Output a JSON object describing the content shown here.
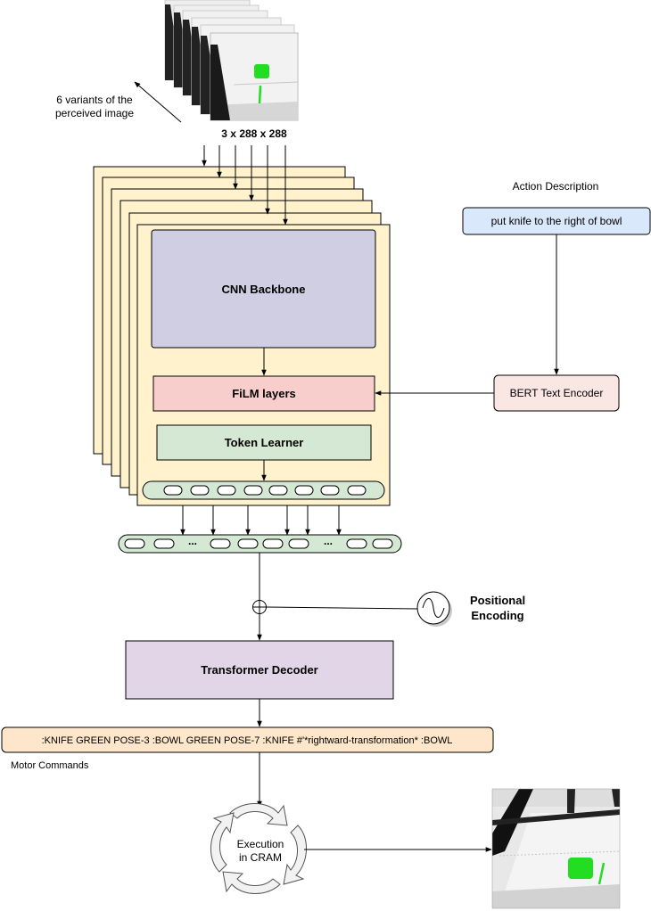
{
  "image_caption": "6 variants of the perceived image",
  "image_caption_lines": [
    "6 variants of the",
    "perceived image"
  ],
  "input_dims": "3 x 288 x 288",
  "action_description_title": "Action Description",
  "action_text": "put knife to the right of bowl",
  "cnn_label": "CNN Backbone",
  "film_label": "FiLM layers",
  "token_learner_label": "Token Learner",
  "bert_label": "BERT Text Encoder",
  "ellipsis": "...",
  "positional_encoding_lines": [
    "Positional",
    "Encoding"
  ],
  "transformer_label": "Transformer Decoder",
  "motor_command_text": ":KNIFE GREEN POSE-3 :BOWL GREEN POSE-7 :KNIFE #'*rightward-transformation* :BOWL",
  "motor_commands_label": "Motor Commands",
  "execution_lines": [
    "Execution",
    "in CRAM"
  ],
  "colors": {
    "frame_fill": "#fff2cc",
    "frame_stroke": "#d6b656",
    "cnn_fill": "#d0cee2",
    "film_fill": "#f8cecc",
    "token_fill": "#d5e8d4",
    "text_box_fill": "#dae8fc",
    "bert_fill": "#fae7e4",
    "transformer_fill": "#e1d5e7",
    "command_fill": "#fde6c9",
    "cube_green": "#22dd22"
  }
}
